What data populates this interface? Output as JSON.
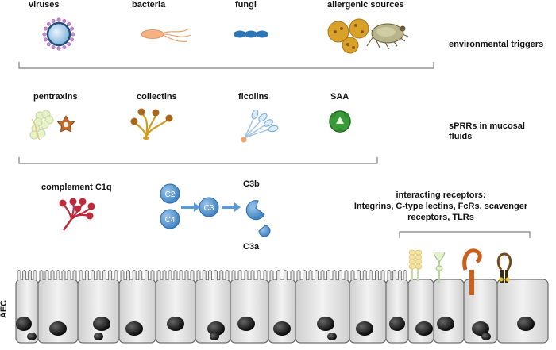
{
  "pathogens": {
    "viruses": "viruses",
    "bacteria": "bacteria",
    "fungi": "fungi",
    "allergens": "allergenic sources"
  },
  "environmental_triggers": "environmental triggers",
  "sprrs": {
    "pentraxins": "pentraxins",
    "collectins": "collectins",
    "ficolins": "ficolins",
    "saa": "SAA",
    "group_label": "sPRRs in mucosal fluids"
  },
  "complement": {
    "c1q": "complement C1q",
    "c2": "C2",
    "c4": "C4",
    "c3": "C3",
    "c3b": "C3b",
    "c3a": "C3a"
  },
  "receptors": {
    "title": "interacting receptors:",
    "line2": "Integrins, C-type lectins, FcRs, scavenger",
    "line3": "receptors, TLRs"
  },
  "aec_label": "AEC",
  "colors": {
    "virus": "#6fa8dc",
    "bacteria": "#f4b183",
    "fungi": "#2e75b6",
    "pollen": "#c9921c",
    "pentraxin": "#b5652b",
    "collectin": "#d39b21",
    "ficolin": "#9dc3e6",
    "saa": "#3a9a3a",
    "c1q": "#c0283b",
    "complement": "#5b9bd5",
    "cell": "#dcdcdc",
    "nucleus": "#111111"
  }
}
